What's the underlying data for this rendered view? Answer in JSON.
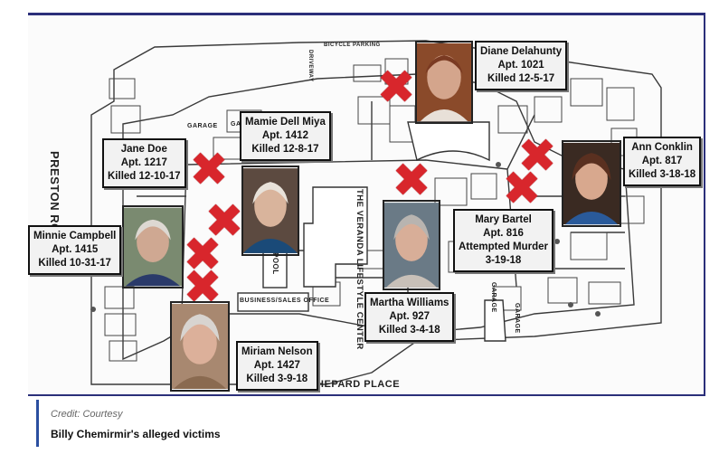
{
  "map": {
    "street_labels": {
      "preston_road": "PRESTON ROAD",
      "shepard_place": "LD SHEPARD PLACE",
      "veranda": "THE VERANDA LIFESTYLE CENTER",
      "pool": "POOL",
      "business_office": "BUSINESS/SALES OFFICE",
      "garage_top": "GARAGE",
      "garage_mid": "GARAGE",
      "garage_right_1": "GARAGE",
      "garage_right_2": "GARAGE",
      "bicycle": "BICYCLE PARKING",
      "driveway": "DRIVEWAY"
    },
    "victims": [
      {
        "id": "diane",
        "name": "Diane Delahunty",
        "apt": "Apt. 1021",
        "status": "Killed 12-5-17"
      },
      {
        "id": "mamie",
        "name": "Mamie Dell Miya",
        "apt": "Apt. 1412",
        "status": "Killed 12-8-17"
      },
      {
        "id": "jane",
        "name": "Jane Doe",
        "apt": "Apt. 1217",
        "status": "Killed 12-10-17"
      },
      {
        "id": "ann",
        "name": "Ann Conklin",
        "apt": "Apt. 817",
        "status": "Killed 3-18-18"
      },
      {
        "id": "mary",
        "name": "Mary Bartel",
        "apt": "Apt. 816",
        "status": "Attempted Murder",
        "date": "3-19-18"
      },
      {
        "id": "minnie",
        "name": "Minnie Campbell",
        "apt": "Apt. 1415",
        "status": "Killed 10-31-17"
      },
      {
        "id": "martha",
        "name": "Martha Williams",
        "apt": "Apt. 927",
        "status": "Killed 3-4-18"
      },
      {
        "id": "miriam",
        "name": "Miriam Nelson",
        "apt": "Apt. 1427",
        "status": "Killed 3-9-18"
      }
    ],
    "marker_glyph": "✖",
    "marker_color": "#d8262c"
  },
  "caption": {
    "credit": "Credit: Courtesy",
    "text": "Billy Chemirmir's alleged victims"
  }
}
